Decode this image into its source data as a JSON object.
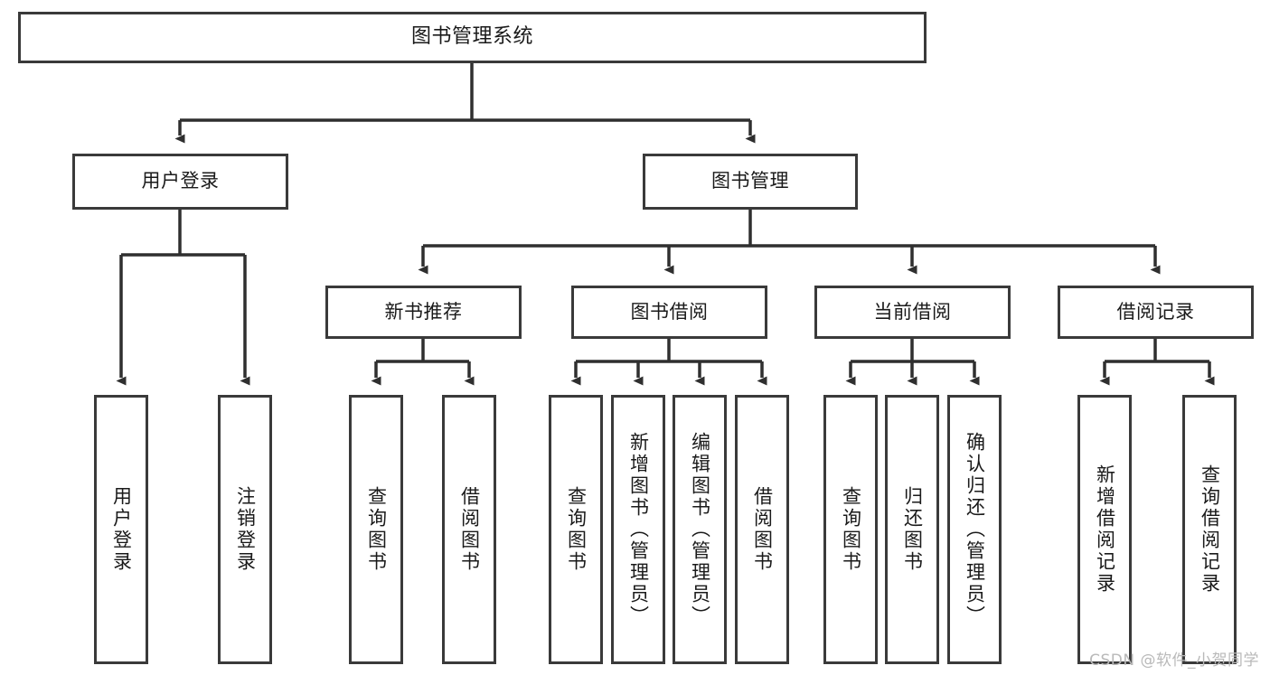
{
  "diagram": {
    "type": "tree",
    "title": "图书管理系统",
    "watermark": "CSDN @软件_小贺同学",
    "colors": {
      "box_border": "#3a3a3a",
      "box_fill": "#ffffff",
      "edge": "#2f2f2f",
      "text": "#1a1a1a",
      "watermark": "#b9b9b9",
      "background": "#ffffff"
    },
    "nodes": {
      "root": {
        "label": "图书管理系统"
      },
      "level2": [
        {
          "id": "user-login",
          "label": "用户登录"
        },
        {
          "id": "book-management",
          "label": "图书管理"
        }
      ],
      "level3": [
        {
          "id": "new-book-recommend",
          "label": "新书推荐"
        },
        {
          "id": "book-borrow",
          "label": "图书借阅"
        },
        {
          "id": "current-borrow",
          "label": "当前借阅"
        },
        {
          "id": "borrow-record",
          "label": "借阅记录"
        }
      ],
      "leaves": {
        "user_login": [
          {
            "id": "leaf-user-login",
            "label": "用户登录"
          },
          {
            "id": "leaf-logout",
            "label": "注销登录"
          }
        ],
        "new_book_recommend": [
          {
            "id": "leaf-query-book-1",
            "label": "查询图书"
          },
          {
            "id": "leaf-borrow-book-1",
            "label": "借阅图书"
          }
        ],
        "book_borrow": [
          {
            "id": "leaf-query-book-2",
            "label": "查询图书"
          },
          {
            "id": "leaf-add-book",
            "label": "新增图书（管理员）"
          },
          {
            "id": "leaf-edit-book",
            "label": "编辑图书（管理员）"
          },
          {
            "id": "leaf-borrow-book-2",
            "label": "借阅图书"
          }
        ],
        "current_borrow": [
          {
            "id": "leaf-query-book-3",
            "label": "查询图书"
          },
          {
            "id": "leaf-return-book",
            "label": "归还图书"
          },
          {
            "id": "leaf-confirm-return",
            "label": "确认归还（管理员）"
          }
        ],
        "borrow_record": [
          {
            "id": "leaf-add-record",
            "label": "新增借阅记录"
          },
          {
            "id": "leaf-query-record",
            "label": "查询借阅记录"
          }
        ]
      }
    }
  }
}
